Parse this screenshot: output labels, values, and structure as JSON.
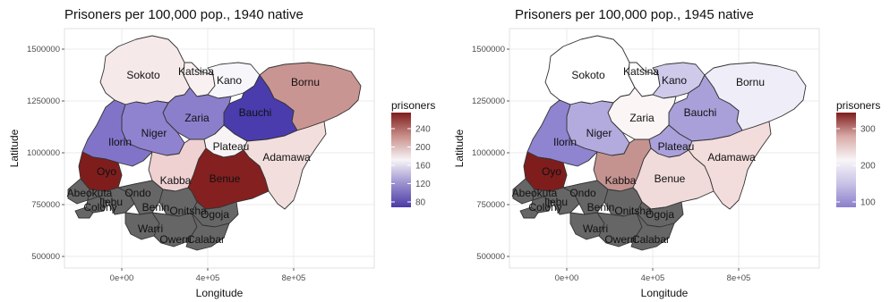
{
  "maps": [
    {
      "title": "Prisoners per 100,000 pop., 1940 native",
      "xlabel": "Longitude",
      "ylabel": "Latitude",
      "x_ticks": [
        "0e+00",
        "4e+05",
        "8e+05"
      ],
      "y_ticks": [
        "500000",
        "750000",
        "1000000",
        "1250000",
        "1500000"
      ],
      "legend": {
        "title": "prisoners",
        "labels": [
          "240",
          "200",
          "160",
          "120",
          "80"
        ],
        "colors": [
          "#7f1d1d",
          "#c98f8a",
          "#f7f4f7",
          "#9a91cf",
          "#4a3aa6"
        ]
      },
      "regions": [
        {
          "name": "Sokoto",
          "fill": "#f5e9ea"
        },
        {
          "name": "Katsina",
          "fill": "#f9f1f1"
        },
        {
          "name": "Kano",
          "fill": "#f7f6fb"
        },
        {
          "name": "Bornu",
          "fill": "#c99592"
        },
        {
          "name": "Bauchi",
          "fill": "#4a3cad"
        },
        {
          "name": "Zaria",
          "fill": "#8b7fcc"
        },
        {
          "name": "Niger",
          "fill": "#8f83cf"
        },
        {
          "name": "Ilorin",
          "fill": "#8174c8"
        },
        {
          "name": "Plateau",
          "fill": "#f8f4f6"
        },
        {
          "name": "Adamawa",
          "fill": "#f3dede"
        },
        {
          "name": "Oyo",
          "fill": "#7f1d1d"
        },
        {
          "name": "Kabba",
          "fill": "#efd1d1"
        },
        {
          "name": "Benue",
          "fill": "#84201f"
        },
        {
          "name": "Abeokuta",
          "fill": "#666666"
        },
        {
          "name": "Ijebu",
          "fill": "#666666"
        },
        {
          "name": "Colony",
          "fill": "#666666"
        },
        {
          "name": "Ondo",
          "fill": "#666666"
        },
        {
          "name": "Benin",
          "fill": "#666666"
        },
        {
          "name": "Onitsha",
          "fill": "#666666"
        },
        {
          "name": "Ogoja",
          "fill": "#666666"
        },
        {
          "name": "Warri",
          "fill": "#666666"
        },
        {
          "name": "Owerri",
          "fill": "#666666"
        },
        {
          "name": "Calabar",
          "fill": "#666666"
        }
      ]
    },
    {
      "title": "Prisoners per 100,000 pop., 1945 native",
      "xlabel": "Longitude",
      "ylabel": "Latitude",
      "x_ticks": [
        "0e+00",
        "4e+05",
        "8e+05"
      ],
      "y_ticks": [
        "500000",
        "750000",
        "1000000",
        "1250000",
        "1500000"
      ],
      "legend": {
        "title": "prisoners",
        "labels": [
          "300",
          "200",
          "100"
        ],
        "colors": [
          "#7f1d1d",
          "#d8aaa7",
          "#f8f6f8",
          "#c9c3e6",
          "#8a7fcc"
        ]
      },
      "regions": [
        {
          "name": "Sokoto",
          "fill": "#ffffff"
        },
        {
          "name": "Katsina",
          "fill": "#ffffff"
        },
        {
          "name": "Kano",
          "fill": "#cfc9ea"
        },
        {
          "name": "Bornu",
          "fill": "#efedf8"
        },
        {
          "name": "Bauchi",
          "fill": "#a99fd9"
        },
        {
          "name": "Zaria",
          "fill": "#fbf5f5"
        },
        {
          "name": "Niger",
          "fill": "#b3aade"
        },
        {
          "name": "Ilorin",
          "fill": "#8f84d0"
        },
        {
          "name": "Plateau",
          "fill": "#aaa0da"
        },
        {
          "name": "Adamawa",
          "fill": "#f2dcdc"
        },
        {
          "name": "Oyo",
          "fill": "#7f1d1d"
        },
        {
          "name": "Kabba",
          "fill": "#c49390"
        },
        {
          "name": "Benue",
          "fill": "#f0dada"
        },
        {
          "name": "Abeokuta",
          "fill": "#666666"
        },
        {
          "name": "Ijebu",
          "fill": "#666666"
        },
        {
          "name": "Colony",
          "fill": "#666666"
        },
        {
          "name": "Ondo",
          "fill": "#666666"
        },
        {
          "name": "Benin",
          "fill": "#666666"
        },
        {
          "name": "Onitsha",
          "fill": "#666666"
        },
        {
          "name": "Ogoja",
          "fill": "#666666"
        },
        {
          "name": "Warri",
          "fill": "#666666"
        },
        {
          "name": "Owerri",
          "fill": "#666666"
        },
        {
          "name": "Calabar",
          "fill": "#666666"
        }
      ]
    }
  ],
  "colors": {
    "panel_bg": "#ffffff",
    "grid": "#ebebeb",
    "border": "#333333",
    "no_data": "#666666"
  }
}
